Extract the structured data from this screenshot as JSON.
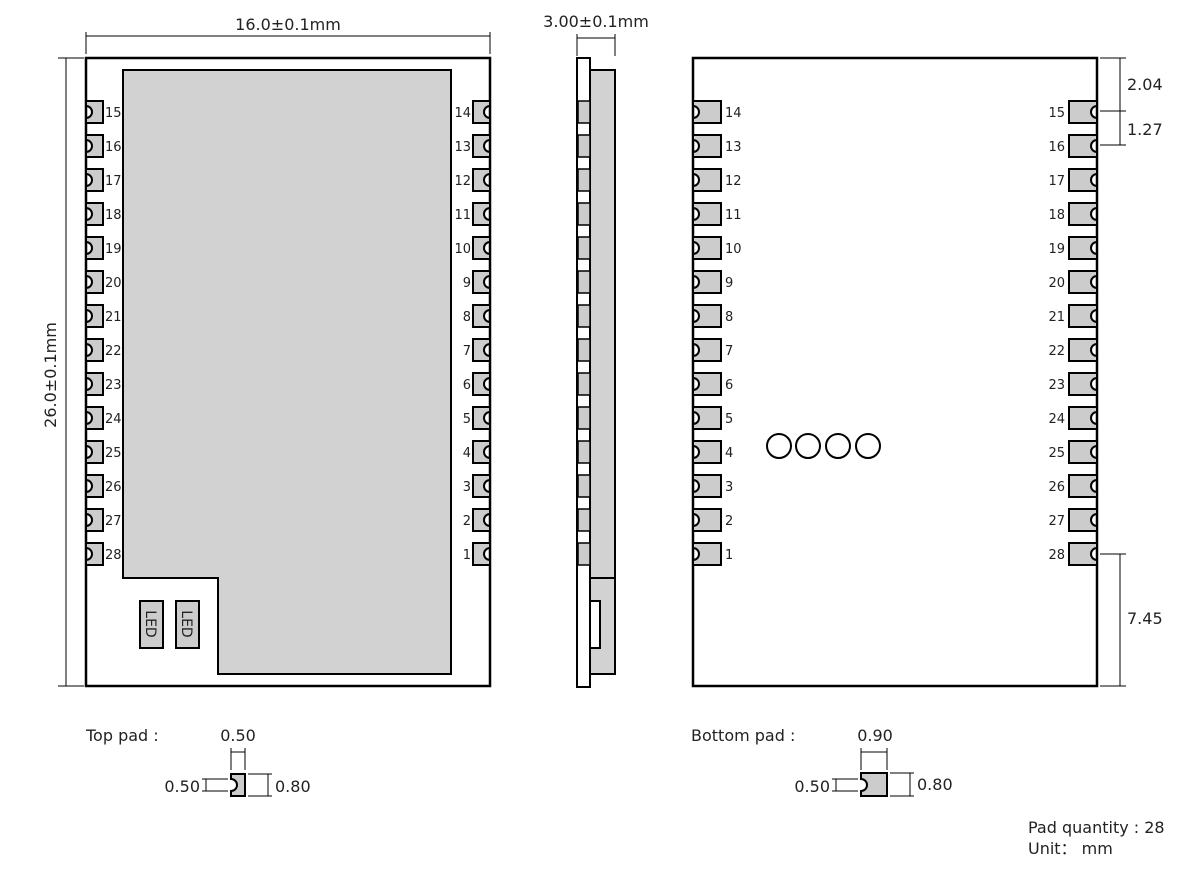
{
  "colors": {
    "outline": "#000000",
    "pad_fill": "#cccccc",
    "shield_fill": "#d2d2d2",
    "text": "#222222",
    "background": "#ffffff"
  },
  "top_view": {
    "width_label": "16.0±0.1mm",
    "height_label": "26.0±0.1mm",
    "left_pins": [
      "15",
      "16",
      "17",
      "18",
      "19",
      "20",
      "21",
      "22",
      "23",
      "24",
      "25",
      "26",
      "27",
      "28"
    ],
    "right_pins": [
      "14",
      "13",
      "12",
      "11",
      "10",
      "9",
      "8",
      "7",
      "6",
      "5",
      "4",
      "3",
      "2",
      "1"
    ],
    "led_labels": [
      "LED",
      "LED"
    ]
  },
  "side_view": {
    "thickness_label": "3.00±0.1mm"
  },
  "bottom_view": {
    "left_pins": [
      "14",
      "13",
      "12",
      "11",
      "10",
      "9",
      "8",
      "7",
      "6",
      "5",
      "4",
      "3",
      "2",
      "1"
    ],
    "right_pins": [
      "15",
      "16",
      "17",
      "18",
      "19",
      "20",
      "21",
      "22",
      "23",
      "24",
      "25",
      "26",
      "27",
      "28"
    ],
    "dim_top": "2.04",
    "dim_pitch": "1.27",
    "dim_bottom": "7.45",
    "test_points": 4
  },
  "top_pad": {
    "label": "Top pad :",
    "width": "0.50",
    "height_left": "0.50",
    "height_right": "0.80"
  },
  "bottom_pad": {
    "label": "Bottom pad :",
    "width": "0.90",
    "height_left": "0.50",
    "height_right": "0.80"
  },
  "notes": {
    "pad_quantity": "Pad quantity : 28",
    "unit": "Unit：  mm"
  }
}
